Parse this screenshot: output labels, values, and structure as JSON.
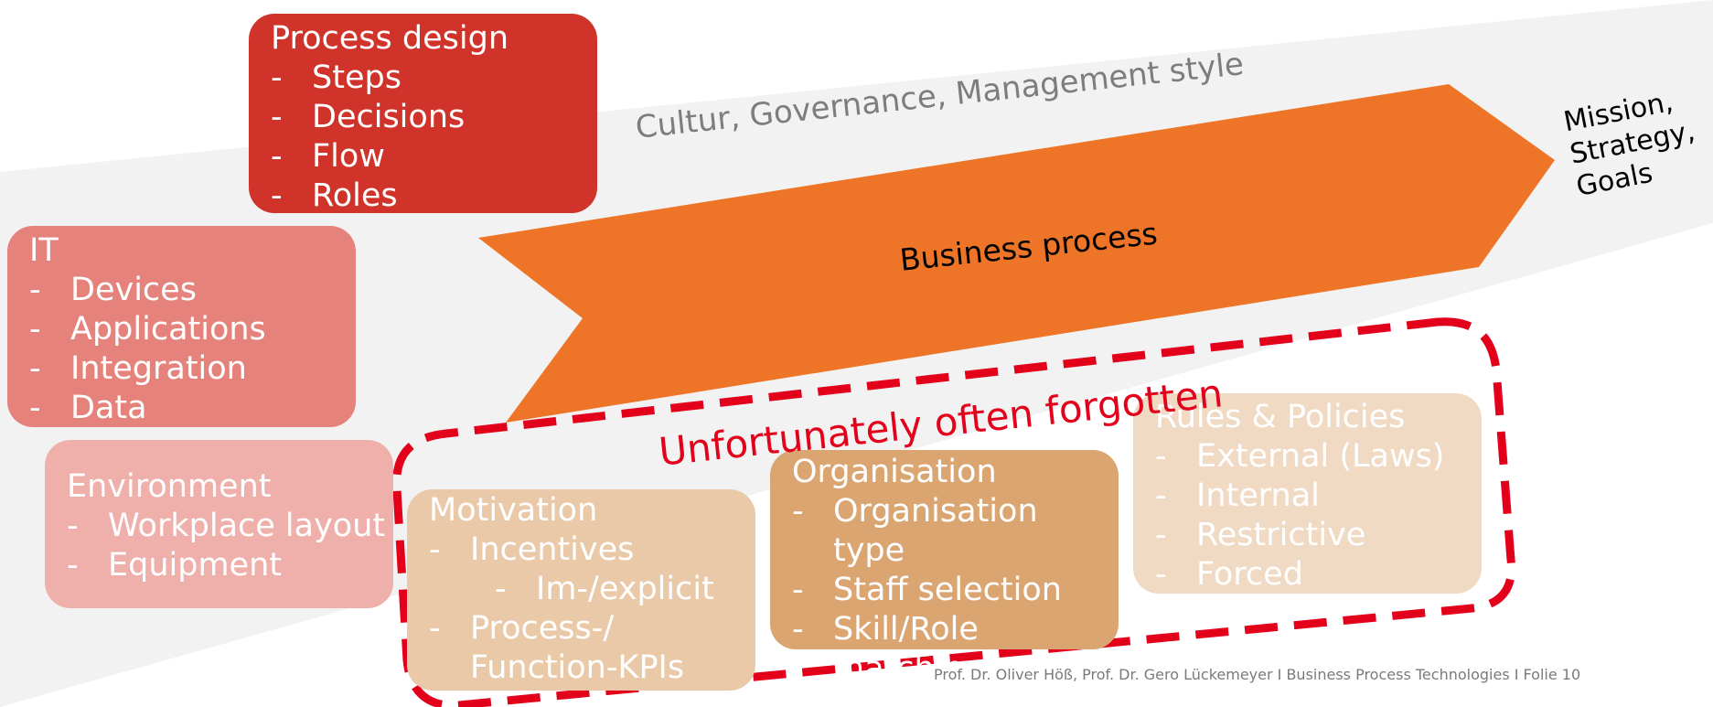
{
  "diagram": {
    "culture_label": "Cultur, Governance, Management style",
    "business_process_label": "Business process",
    "mission_lines": [
      "Mission,",
      "Strategy,",
      "Goals"
    ],
    "forgotten_label": "Unfortunately often forgotten",
    "boxes": {
      "process_design": {
        "title": "Process design",
        "items": [
          "Steps",
          "Decisions",
          "Flow",
          "Roles"
        ]
      },
      "it": {
        "title": "IT",
        "items": [
          "Devices",
          "Applications",
          "Integration",
          "Data"
        ]
      },
      "environment": {
        "title": "Environment",
        "items": [
          "Workplace layout",
          "Equipment"
        ]
      },
      "motivation": {
        "title": "Motivation",
        "items": [
          "Incentives",
          "Im-/explicit",
          "Process-/",
          "Function-KPIs"
        ]
      },
      "organisation": {
        "title": "Organisation",
        "items": [
          "Organisation type",
          "Staff selection",
          "Skill/Role",
          "matching"
        ]
      },
      "rules": {
        "title": "Rules  & Policies",
        "items": [
          "External (Laws)",
          "Internal",
          "Restrictive",
          "Forced"
        ]
      }
    },
    "bullet": "-"
  },
  "footer": {
    "text": "Prof. Dr. Oliver Höß, Prof. Dr. Gero Lückemeyer I Business Process Technologies I Folie 10"
  },
  "colors": {
    "band": "#f2f2f2",
    "arrow": "#ee7527",
    "dashed": "#e3001b",
    "process_design": "#cf3329",
    "it": "#e5827c",
    "environment": "#efafab",
    "motivation": "#eac9a8",
    "organisation": "#dba571",
    "rules": "#f0dac4"
  }
}
